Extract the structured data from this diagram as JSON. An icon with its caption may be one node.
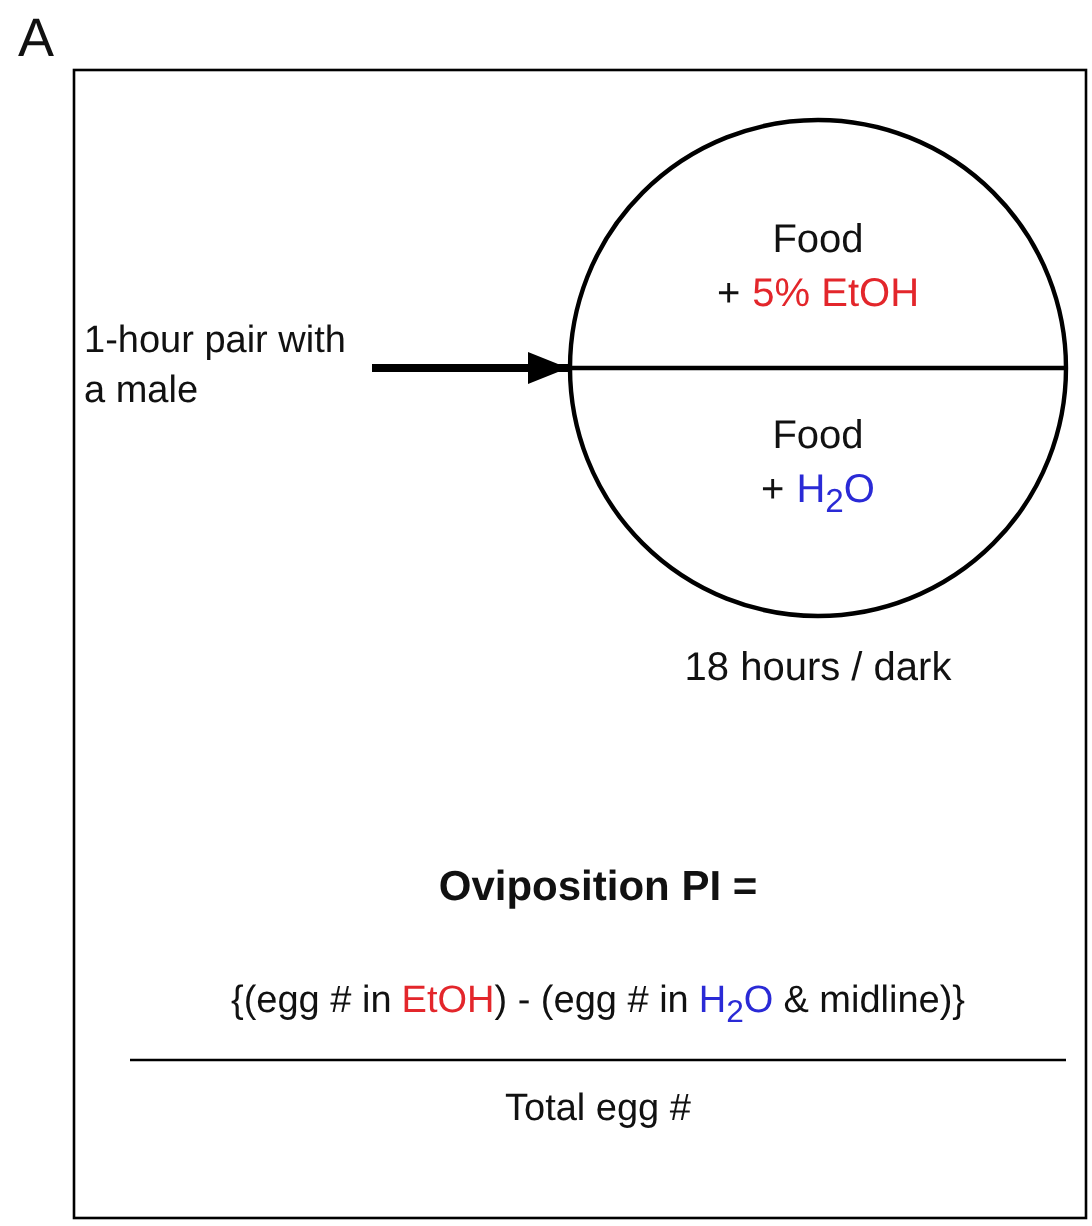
{
  "diagram": {
    "nodes": [
      {
        "text": [
          "1-hour pair with a male"
        ]
      },
      {
        "text": [],
        "shape": "circle",
        "beside": [
          "18 hours / dark"
        ]
      },
      {
        "text": [
          "Food",
          "+",
          "5% EtOH"
        ],
        "in": 1
      },
      {
        "text": [
          "Food",
          "+",
          "H$_{2}$O"
        ],
        "in": 1
      }
    ],
    "edges": [
      {
        "from": 0,
        "to": 1,
        "arrow": "to"
      }
    ],
    "labels": [
      "A",
      "Oviposition PI =",
      "{(egg # in",
      "EtOH",
      ") - (egg # in",
      "H$_{2}$O",
      "& midline)}",
      "Total egg #"
    ]
  }
}
